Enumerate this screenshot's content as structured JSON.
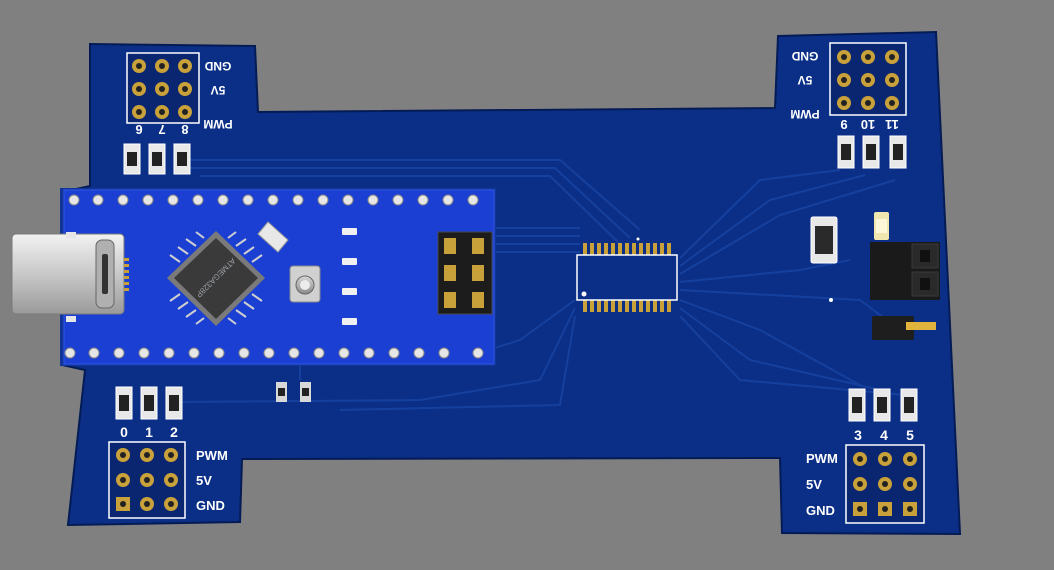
{
  "colors": {
    "background": "#808080",
    "pcb": "#0b2f86",
    "pcb_edge": "#041b55",
    "nano": "#1a3fd2",
    "gold": "#c9a13a",
    "silkscreen": "#ffffff"
  },
  "headers": {
    "top_left": {
      "rows": [
        "GND",
        "5V",
        "PWM"
      ],
      "pins": [
        "6",
        "7",
        "8"
      ]
    },
    "top_right": {
      "rows": [
        "GND",
        "5V",
        "PWM"
      ],
      "pins": [
        "9",
        "10",
        "11"
      ]
    },
    "bottom_left": {
      "rows": [
        "PWM",
        "5V",
        "GND"
      ],
      "pins": [
        "0",
        "1",
        "2"
      ]
    },
    "bottom_right": {
      "rows": [
        "PWM",
        "5V",
        "GND"
      ],
      "pins": [
        "3",
        "4",
        "5"
      ]
    }
  },
  "mcu_marking": "ATMEGA328P"
}
